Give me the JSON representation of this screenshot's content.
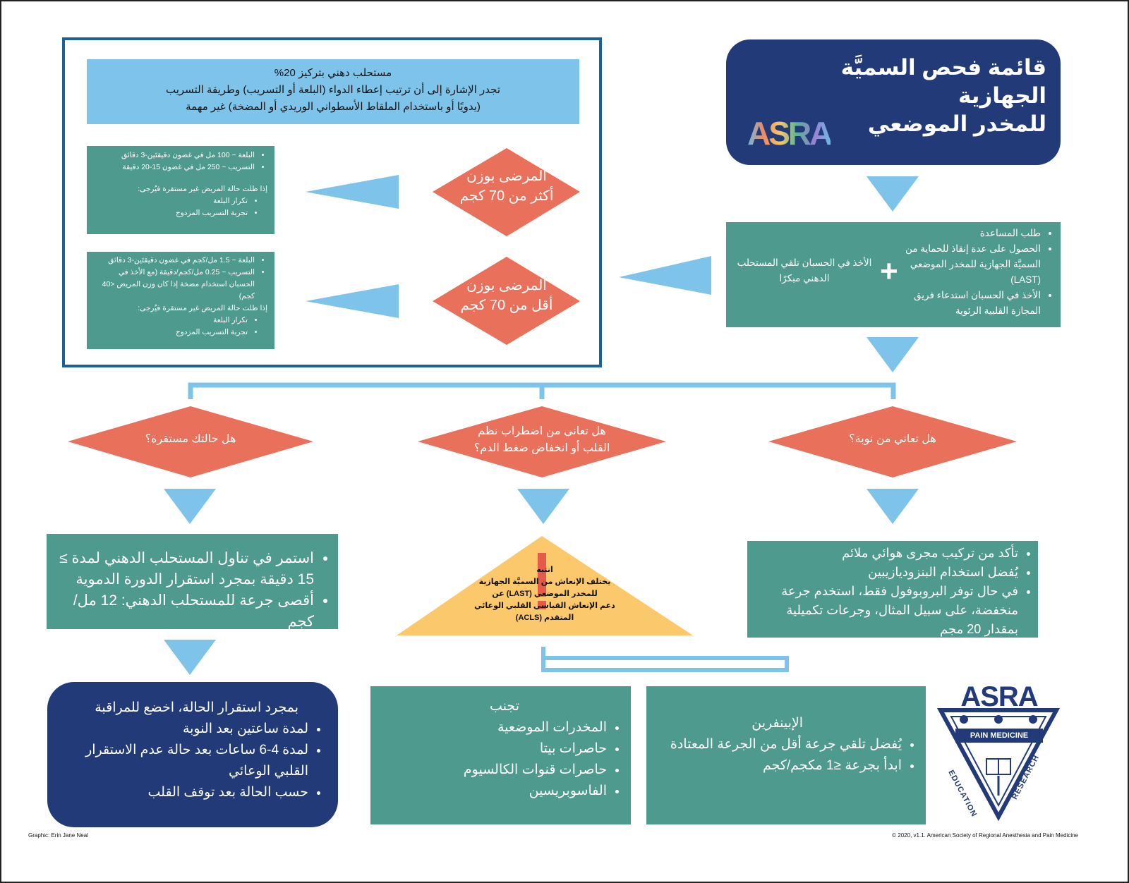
{
  "header": {
    "title_line1": "قائمة فحص السميَّة الجهازية",
    "title_line2": "للمخدر الموضعي",
    "logo_text": "ASRA"
  },
  "lipid_box": {
    "line1": "مستحلب دهني بتركيز 20%",
    "line2": "تجدر الإشارة إلى أن ترتيب إعطاء الدواء (البلعة أو التسريب) وطريقة التسريب",
    "line3": "(يدويًا أو باستخدام الملقاط الأسطواني الوريدي أو المضخة) غير مهمة"
  },
  "over70": {
    "diamond_line1": "المرضى بوزن",
    "diamond_line2": "أكثر من 70 كجم",
    "bullets": [
      "البلعة ~ 100 مل في غضون دقيقتَين-3 دقائق",
      "التسريب ~ 250 مل في غضون 15-20 دقيقة"
    ],
    "unstable_note": "إذا ظلت حالة المريض غير مستقرة فيُرجى:",
    "sub_bullets": [
      "تكرار البلعة",
      "تجربة التسريب المزدوج"
    ]
  },
  "under70": {
    "diamond_line1": "المرضى بوزن",
    "diamond_line2": "أقل من 70 كجم",
    "bullets": [
      "البلعة ~ 1.5 مل/كجم في غضون دقيقتَين-3 دقائق",
      "التسريب ~ 0.25 مل/كجم/دقيقة (مع الأخذ في الحسبان استخدام مضخة إذا كان وزن المريض <40 كجم)"
    ],
    "unstable_note": "إذا ظلت حالة المريض غير مستقرة فيُرجى:",
    "sub_bullets": [
      "تكرار البلعة",
      "تجربة التسريب المزدوج"
    ]
  },
  "initial_steps": {
    "bullets": [
      "طلب المساعدة",
      "الحصول على عدة إنقاذ للحماية من السميَّة الجهازية للمخدر الموضعي (LAST)",
      "الأخذ في الحسبان استدعاء فريق المجازة القلبية الرئوية"
    ],
    "plus": "+",
    "lipid_consider": "الأخذ في الحسبان تلقي المستحلب الدهني مبكرًا"
  },
  "questions": {
    "seizure": "هل تعاني من نوبة؟",
    "arrhythmia_line1": "هل تعاني من اضطراب نظم",
    "arrhythmia_line2": "القلب أو انخفاض ضغط الدم؟",
    "stable": "هل حالتك مستقرة؟"
  },
  "seizure_box": {
    "bullets": [
      "تأكد من تركيب مجرى هوائي ملائم",
      "يُفضل استخدام البنزوديازيبين",
      "في حال توفر البروبوفول فقط، استخدم جرعة منخفضة، على سبيل المثال، وجرعات تكميلية بمقدار 20 مجم"
    ]
  },
  "warning": {
    "mark": "!",
    "line1": "انتبه",
    "line2": "يختلف الإنعاش من السميَّة الجهازية",
    "line3": "للمخدر الموضعي (LAST) عن",
    "line4": "دعم الإنعاش القياسي القلبي الوعائي",
    "line5": "المتقدم (ACLS)"
  },
  "stable_box": {
    "bullets": [
      "استمر في تناول المستحلب الدهني لمدة ≥ 15 دقيقة بمجرد استقرار الدورة الدموية",
      "أقصى جرعة للمستحلب الدهني: 12 مل/كجم"
    ]
  },
  "monitor_box": {
    "title": "بمجرد استقرار الحالة، اخضع للمراقبة",
    "bullets": [
      "لمدة ساعتين بعد النوبة",
      "لمدة 4-6 ساعات بعد حالة عدم الاستقرار القلبي الوعائي",
      "حسب الحالة بعد توقف القلب"
    ]
  },
  "avoid_box": {
    "title": "تجنب",
    "bullets": [
      "المخدرات الموضعية",
      "حاصرات بيتا",
      "حاصرات قنوات الكالسيوم",
      "الفاسوبريسين"
    ]
  },
  "epi_box": {
    "title": "الإبينفرين",
    "bullets": [
      "يُفضل تلقي جرعة أقل من الجرعة المعتادة",
      "ابدأ بجرعة ≤1 مكجم/كجم"
    ]
  },
  "seal": {
    "title": "ASRA",
    "line1": "PAIN MEDICINE",
    "left_word": "EDUCATION",
    "right_word": "RESEARCH"
  },
  "footer": {
    "left": "Graphic: Erin Jane Neal",
    "right": "© 2020, v1.1. American Society of Regional Anesthesia and Pain Medicine"
  },
  "colors": {
    "navy": "#233a78",
    "teal": "#4f9a8e",
    "salmon": "#e9705a",
    "arrow_blue": "#7ec3ea",
    "warning_yellow": "#fbc86b",
    "warning_red": "#e55a4a"
  }
}
